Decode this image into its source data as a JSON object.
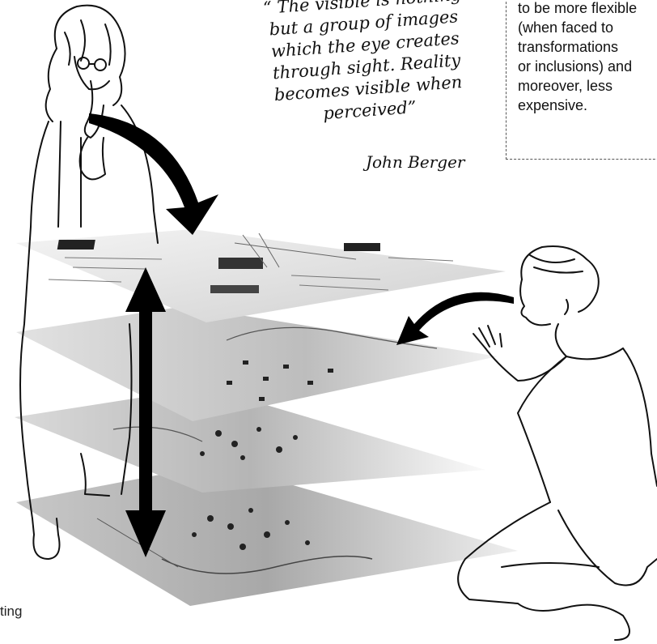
{
  "quote": {
    "lines": [
      "“ The visible is nothing",
      "but a group of images",
      "which the eye creates",
      "through sight. Reality",
      "becomes visible when",
      "perceived”"
    ],
    "author": "John Berger"
  },
  "note": {
    "lines": [
      "to be more flexible",
      "(when faced to",
      "transformations",
      "or inclusions) and",
      "moreover, less",
      "expensive."
    ]
  },
  "fragment_text": "ting",
  "colors": {
    "ink": "#111111",
    "arrow": "#000000",
    "layer": "#d9d9d9"
  },
  "icons": [
    "curved-arrow-icon",
    "double-vertical-arrow-icon"
  ]
}
